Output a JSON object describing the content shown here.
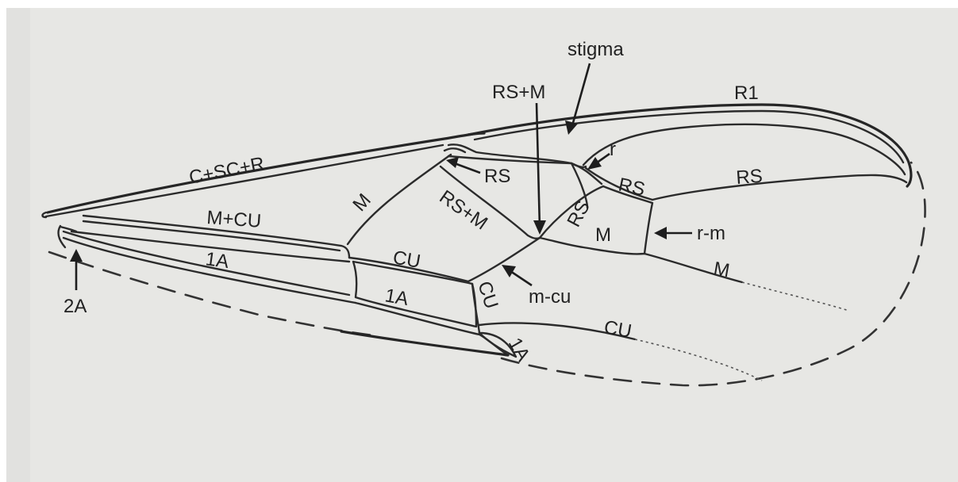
{
  "labels": {
    "stigma": "stigma",
    "rs_m_top": "RS+M",
    "r1": "R1",
    "c_sc_r": "C+SC+R",
    "r": "r",
    "rs_arrow": "RS",
    "rs_small": "RS",
    "rs_right": "RS",
    "m_diag": "M",
    "rs_m_cell": "RS+M",
    "rs_vertical": "RS",
    "m_cu": "M+CU",
    "m_mid": "M",
    "r_m": "r-m",
    "m_right": "M",
    "one_a_left": "1A",
    "cu_mid": "CU",
    "m_cu_cross": "m-cu",
    "two_a": "2A",
    "one_a_mid": "1A",
    "cu_vertical": "CU",
    "cu_right": "CU",
    "one_a_low": "1A"
  },
  "colors": {
    "paper": "#e7e7e4",
    "ink": "#2b2b2b"
  }
}
